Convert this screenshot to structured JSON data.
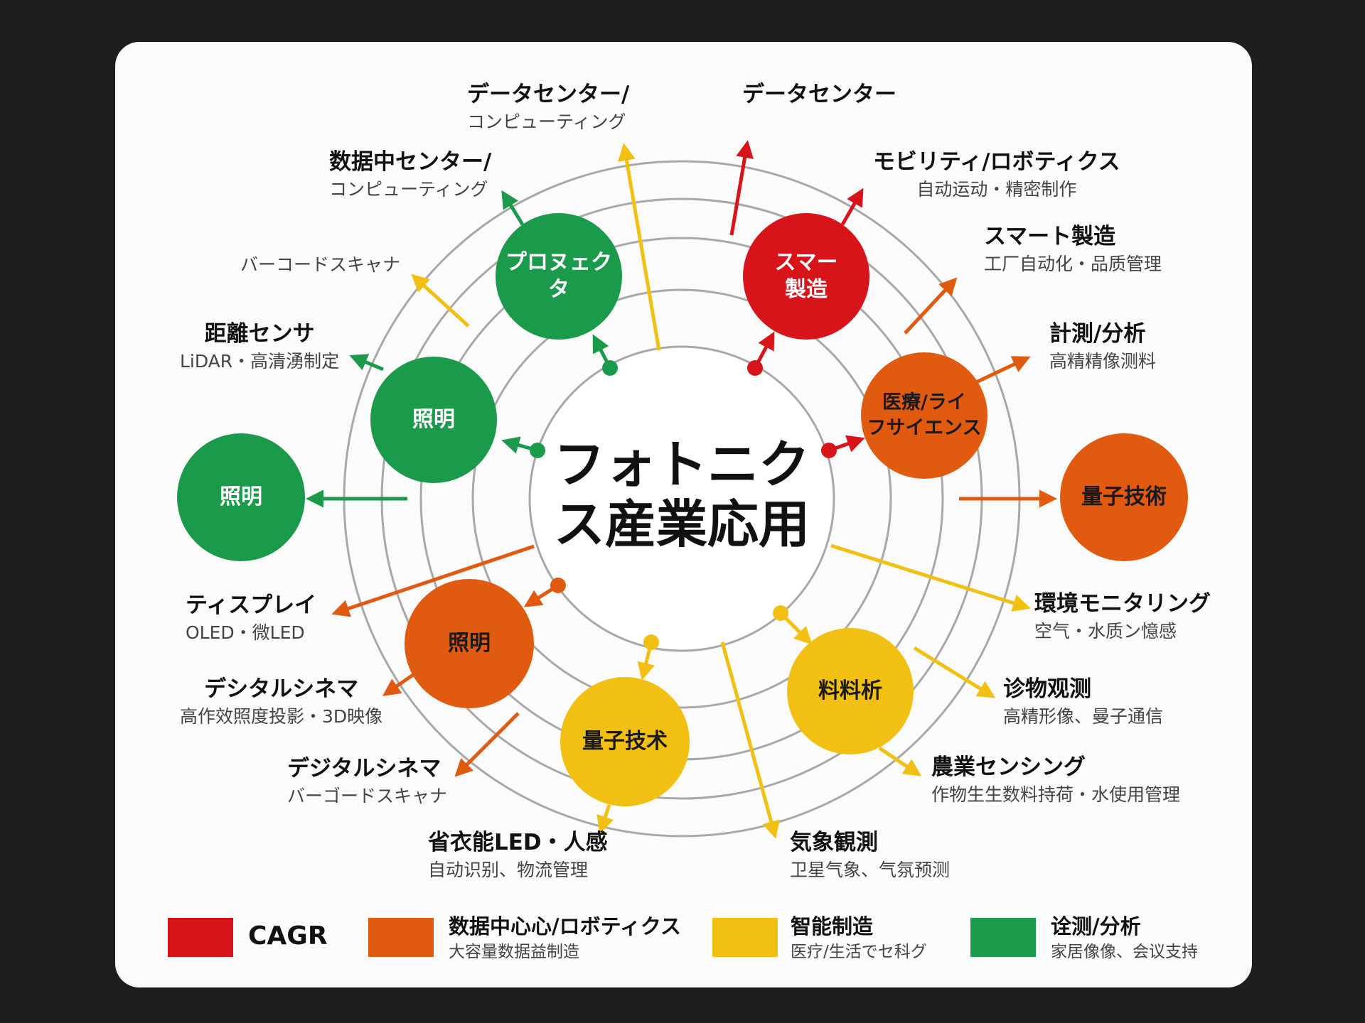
{
  "colors": {
    "red": "#d7141a",
    "orange": "#e05a10",
    "yellow": "#f2c012",
    "green": "#1a9a4a",
    "ring": "#a8a8a8"
  },
  "center_title": {
    "line1": "フォトニク",
    "line2": "ス産業応用"
  },
  "bubbles": [
    {
      "label": "プロヌェクタ",
      "color": "green"
    },
    {
      "label": "スマー\n製造",
      "color": "red"
    },
    {
      "label": "照明",
      "color": "green"
    },
    {
      "label": "医療/ライ\nフサイエンス",
      "color": "orange"
    },
    {
      "label": "照明",
      "color": "green"
    },
    {
      "label": "量子技術",
      "color": "orange"
    },
    {
      "label": "照明",
      "color": "orange"
    },
    {
      "label": "量子技术",
      "color": "yellow"
    },
    {
      "label": "料料析",
      "color": "yellow"
    }
  ],
  "labels": [
    {
      "title": "データセンター/",
      "sub": "コンピューティング"
    },
    {
      "title": "データセンター",
      "sub": ""
    },
    {
      "title": "数据中センター/",
      "sub": "コンピューティング"
    },
    {
      "title": "モビリティ/ロボティクス",
      "sub": "自动运动・精密制作"
    },
    {
      "title": "",
      "sub": "バーコードスキャナ"
    },
    {
      "title": "スマート製造",
      "sub": "工厂自动化・品质管理"
    },
    {
      "title": "距離センサ",
      "sub": "LiDAR・高清湧制定"
    },
    {
      "title": "計測/分析",
      "sub": "高精精像测料"
    },
    {
      "title": "ティスプレイ",
      "sub": "OLED・微LED"
    },
    {
      "title": "環境モニタリング",
      "sub": "空气・水质ン憶感"
    },
    {
      "title": "デシタルシネマ",
      "sub": "高作效照度投影・3D映像"
    },
    {
      "title": "诊物观测",
      "sub": "高精形像、曼子通信"
    },
    {
      "title": "デジタルシネマ",
      "sub": "バーゴードスキャナ"
    },
    {
      "title": "農業センシング",
      "sub": "作物生生数料持荷・水使用管理"
    },
    {
      "title": "省衣能LED・人感",
      "sub": "自动识别、物流管理"
    },
    {
      "title": "気象観測",
      "sub": "卫星气象、气氛预测"
    }
  ],
  "legend": [
    {
      "title": "CAGR",
      "sub": "",
      "color": "red"
    },
    {
      "title": "数据中心心/ロボティクス",
      "sub": "大容量数据益制造",
      "color": "orange"
    },
    {
      "title": "智能制造",
      "sub": "医疗/生活でセ科グ",
      "color": "yellow"
    },
    {
      "title": "诠测/分析",
      "sub": "家居像像、会议支持",
      "color": "green"
    }
  ]
}
